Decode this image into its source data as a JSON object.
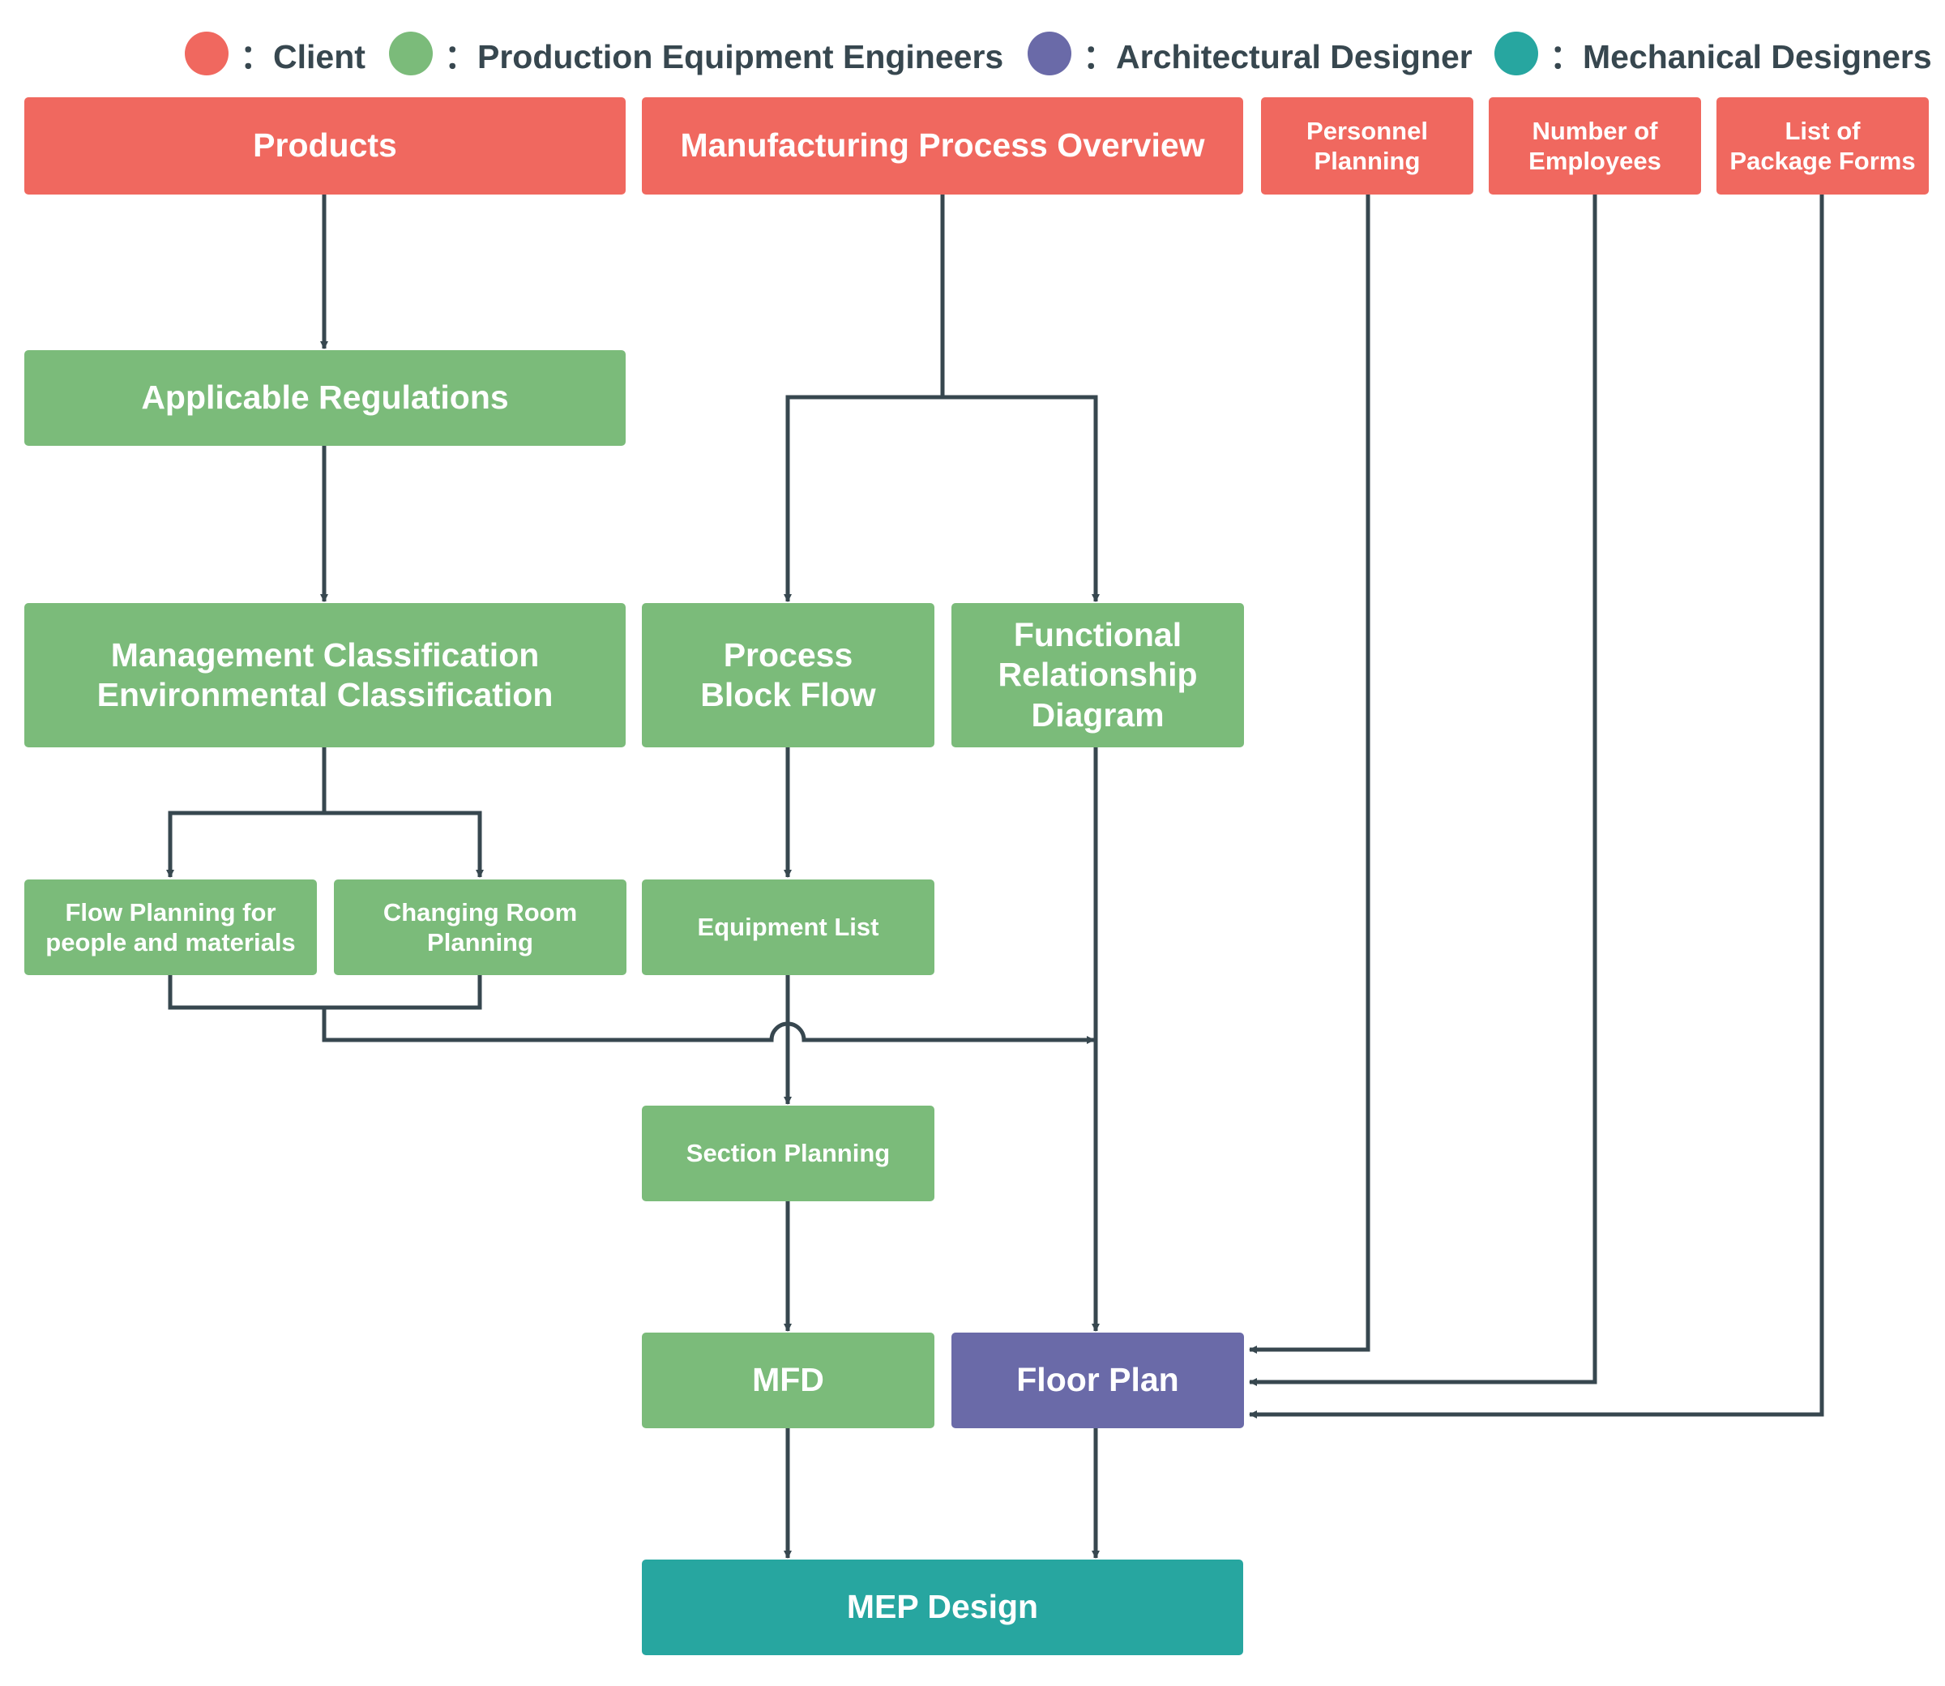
{
  "colors": {
    "client": "#f0685f",
    "engineer": "#7bbb7a",
    "architect": "#6a6aa8",
    "mechanical": "#27a6a0",
    "line": "#37474f"
  },
  "legend": [
    {
      "role": "client",
      "label": "：Client"
    },
    {
      "role": "engineer",
      "label": "：Production Equipment Engineers"
    },
    {
      "role": "architect",
      "label": "：Architectural Designer"
    },
    {
      "role": "mechanical",
      "label": "：Mechanical Designers"
    }
  ],
  "nodes": {
    "products": "Products",
    "process_overview": "Manufacturing Process Overview",
    "personnel_planning": "Personnel\nPlanning",
    "number_of_employees": "Number of\nEmployees",
    "package_forms": "List of\nPackage Forms",
    "applicable_regulations": "Applicable Regulations",
    "classification": "Management Classification\nEnvironmental Classification",
    "process_block_flow": "Process\nBlock Flow",
    "functional_relationship": "Functional\nRelationship\nDiagram",
    "flow_planning": "Flow Planning for\npeople and materials",
    "changing_room": "Changing Room\nPlanning",
    "equipment_list": "Equipment List",
    "section_planning": "Section Planning",
    "mfd": "MFD",
    "floor_plan": "Floor Plan",
    "mep_design": "MEP Design"
  }
}
